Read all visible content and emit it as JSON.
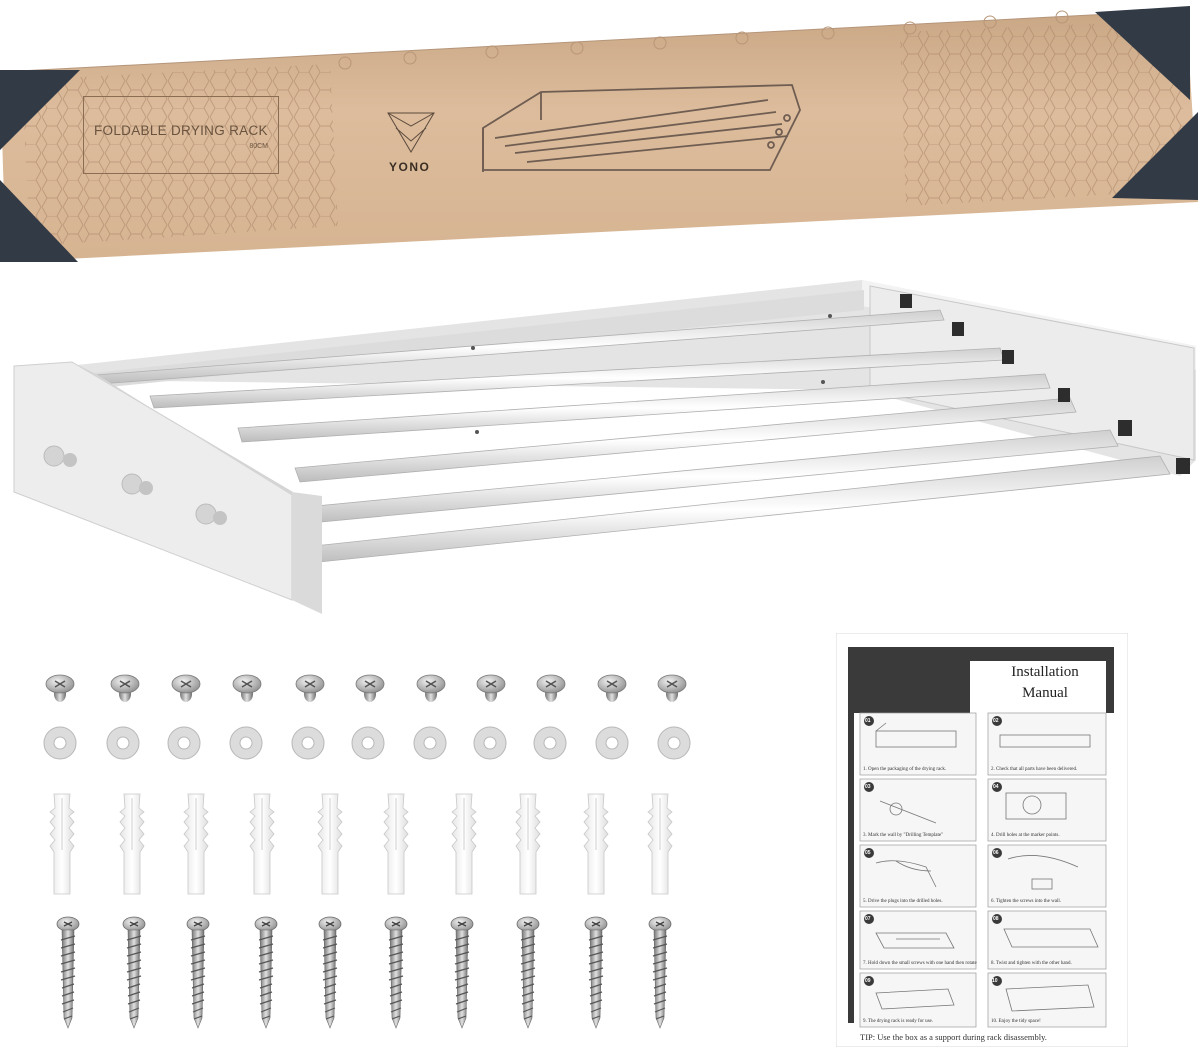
{
  "box": {
    "label_title": "FOLDABLE DRYING RACK",
    "label_size": "80CM",
    "brand": "YONO",
    "colors": {
      "cardboard": "#d8b898",
      "corner": "#323a45",
      "line": "#a88668"
    }
  },
  "manual": {
    "title_line1": "Installation",
    "title_line2": "Manual",
    "steps": [
      {
        "num": "01",
        "caption": "1. Open the packaging of the drying rack."
      },
      {
        "num": "02",
        "caption": "2. Check that all parts have been delivered."
      },
      {
        "num": "03",
        "caption": "3. Mark the wall by \"Drilling Template\""
      },
      {
        "num": "04",
        "caption": "4. Drill holes at the marker points."
      },
      {
        "num": "05",
        "caption": "5. Drive the plugs into the drilled holes."
      },
      {
        "num": "06",
        "caption": "6. Tighten the screws into the wall."
      },
      {
        "num": "07",
        "caption": "7. Hold down the small screws with one hand then rotate"
      },
      {
        "num": "08",
        "caption": "8. Twist and tighten with the other hand."
      },
      {
        "num": "09",
        "caption": "9. The drying rack is ready for use."
      },
      {
        "num": "10",
        "caption": "10. Enjoy the tidy space!"
      }
    ],
    "tip": "TIP: Use the box as a support during rack disassembly."
  },
  "hardware": {
    "small_screws": 11,
    "washers": 11,
    "wall_plugs": 10,
    "wood_screws": 10
  }
}
